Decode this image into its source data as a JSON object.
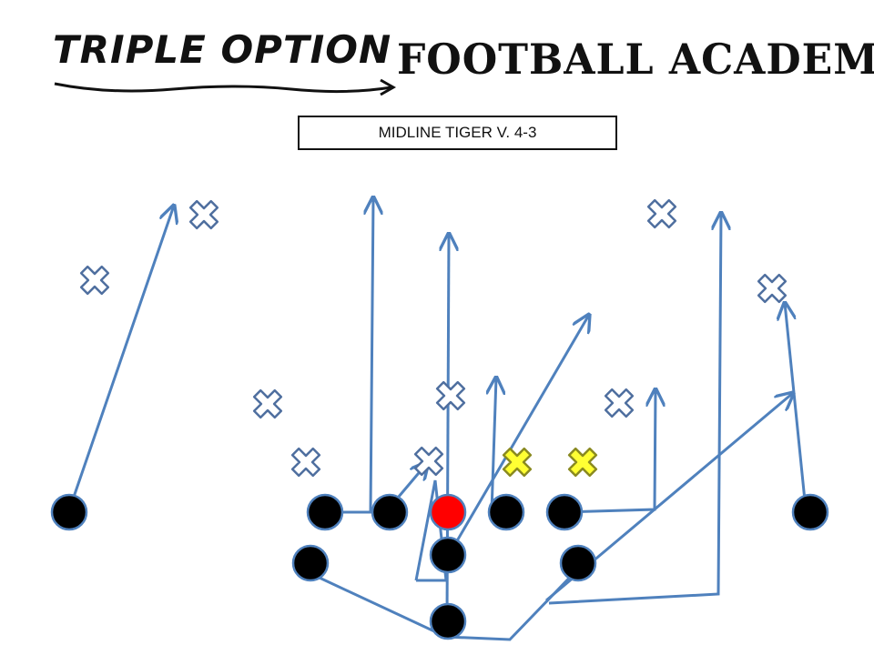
{
  "header": {
    "logo_script": "TRIPLE OPTION",
    "logo_block": "FOOTBALL ACADEMY"
  },
  "play": {
    "title": "MIDLINE TIGER V. 4-3"
  },
  "colors": {
    "route": "#4f81bd",
    "defender_stroke": "#4f6f9f",
    "defender_key": "#ffff33",
    "offense_fill": "#000000",
    "offense_stroke": "#4f81bd",
    "center_fill": "#ff0000"
  },
  "legend_icons": {
    "defender": "x-mark-icon",
    "offensive_player": "filled-circle-icon",
    "ball_carrier_center": "red-circle-icon"
  }
}
